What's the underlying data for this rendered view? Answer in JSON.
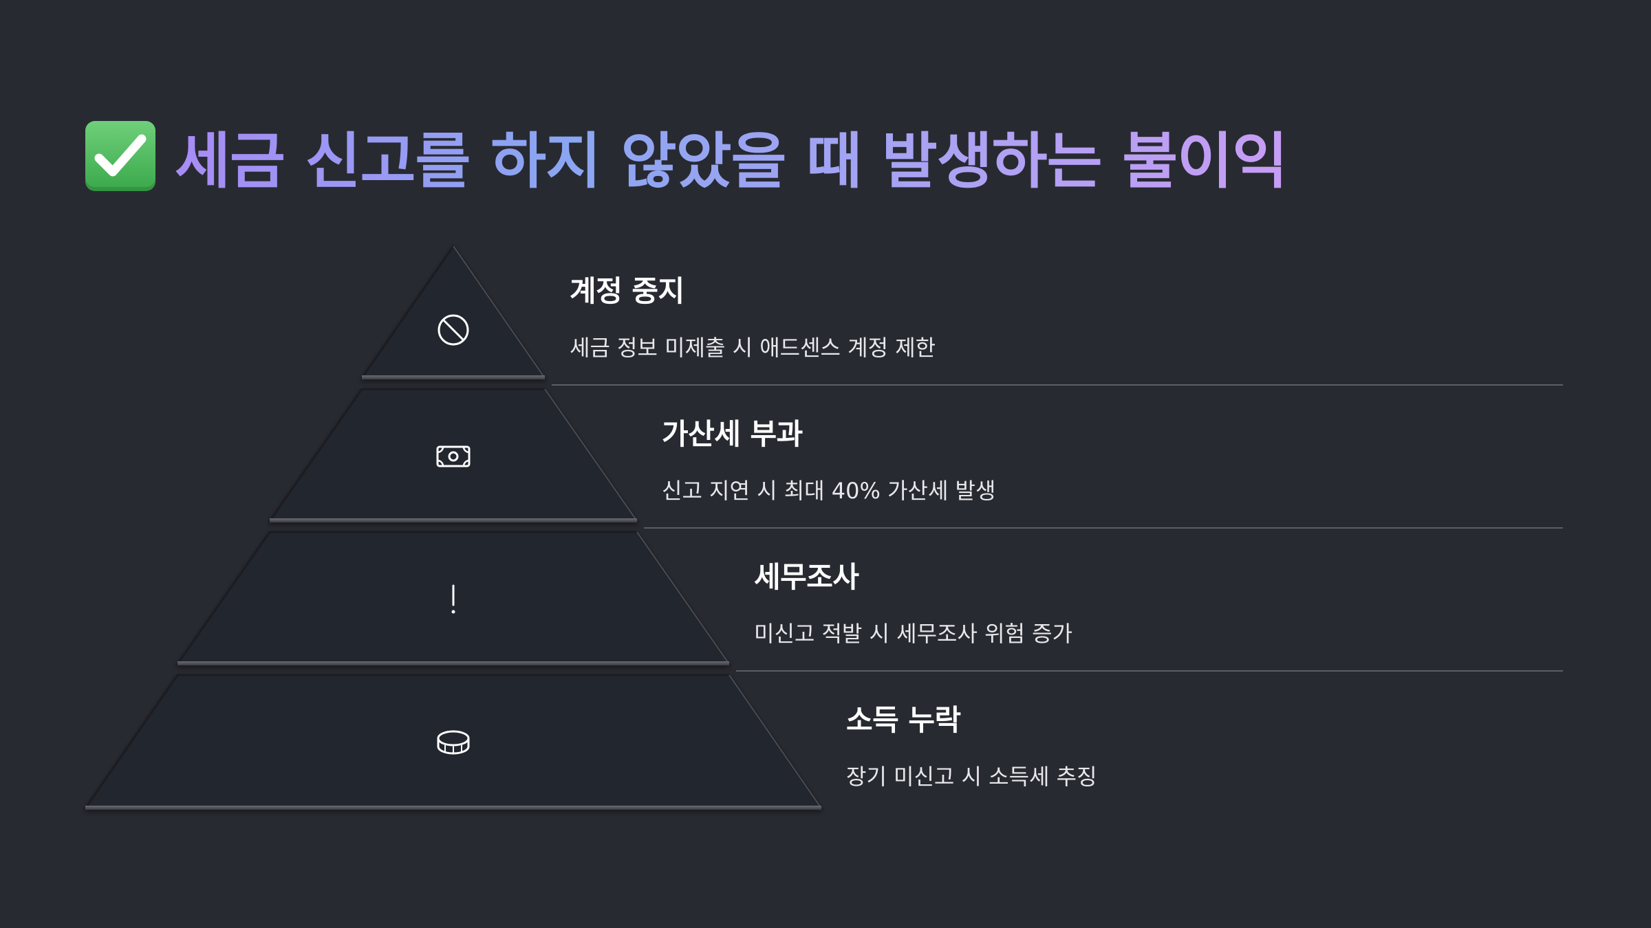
{
  "title": {
    "icon": "white-check-mark-icon",
    "text": "세금 신고를 하지 않았을 때 발생하는 불이익"
  },
  "tiers": [
    {
      "icon": "prohibited-icon",
      "title": "계정 중지",
      "description": "세금 정보 미제출 시 애드센스 계정 제한"
    },
    {
      "icon": "banknote-icon",
      "title": "가산세 부과",
      "description": "신고 지연 시 최대 40% 가산세 발생"
    },
    {
      "icon": "exclamation-icon",
      "title": "세무조사",
      "description": "미신고 적발 시 세무조사 위험 증가"
    },
    {
      "icon": "coins-icon",
      "title": "소득 누락",
      "description": "장기 미신고 시 소득세 추징"
    }
  ],
  "colors": {
    "background": "#282a31",
    "tier_fill": "#24262d",
    "check_green": "#3aa84b",
    "title_gradient": [
      "#a88cf5",
      "#8aa6f2",
      "#c79df5"
    ]
  }
}
